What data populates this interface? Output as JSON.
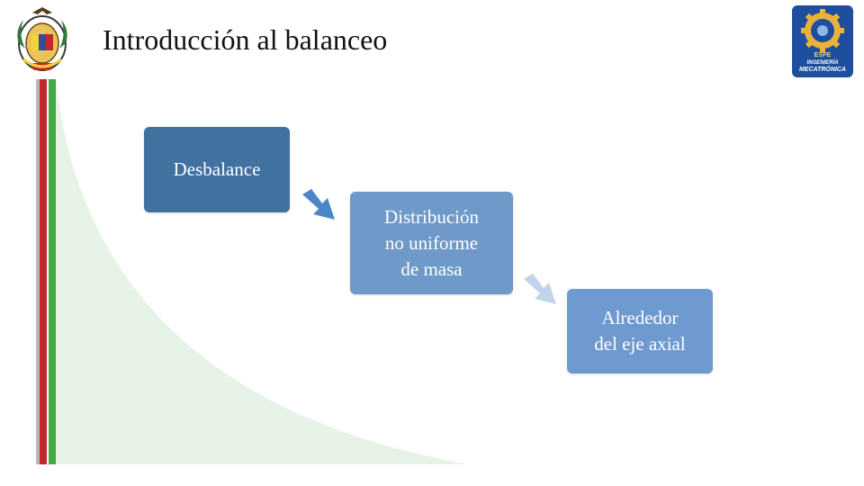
{
  "slide": {
    "title": "Introducción al balanceo",
    "colors": {
      "stripe_red": "#c4282c",
      "stripe_green": "#44a845",
      "curve_fill": "#e7f3e6",
      "box1": "#40719f",
      "box2": "#6f99c9",
      "box3": "#6f9ad0",
      "arrow1": "#4b87c6",
      "arrow2": "#c3d4ea"
    },
    "emblem": {
      "icon": "coat-of-arms-icon"
    },
    "logo": {
      "icon": "mechatronics-gear-icon",
      "line1": "ESPE",
      "line2": "INGENIERÍA",
      "line3": "MECATRÓNICA"
    }
  },
  "flow": {
    "steps": [
      {
        "label": "Desbalance"
      },
      {
        "label": "Distribución\nno uniforme\nde masa"
      },
      {
        "label": "Alrededor\ndel eje axial"
      }
    ]
  }
}
